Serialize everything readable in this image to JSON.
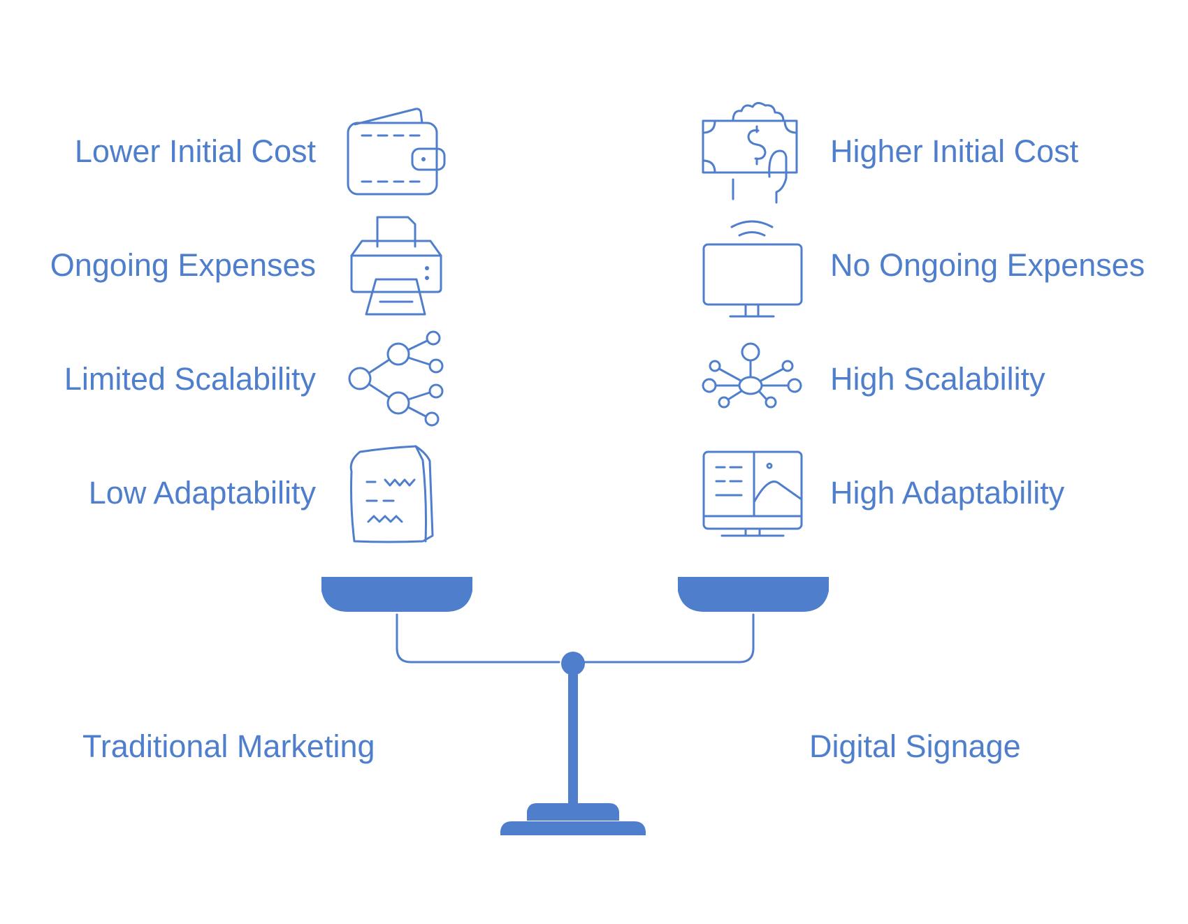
{
  "colors": {
    "accent": "#4f7fcc",
    "background": "#ffffff"
  },
  "left": {
    "category": "Traditional Marketing",
    "items": [
      {
        "label": "Lower Initial Cost",
        "icon": "wallet-icon"
      },
      {
        "label": "Ongoing Expenses",
        "icon": "printer-icon"
      },
      {
        "label": "Limited Scalability",
        "icon": "branching-nodes-icon"
      },
      {
        "label": "Low Adaptability",
        "icon": "crumpled-paper-icon"
      }
    ]
  },
  "right": {
    "category": "Digital Signage",
    "items": [
      {
        "label": "Higher Initial Cost",
        "icon": "hand-holding-money-icon"
      },
      {
        "label": "No Ongoing Expenses",
        "icon": "wireless-monitor-icon"
      },
      {
        "label": "High Scalability",
        "icon": "network-hub-icon"
      },
      {
        "label": "High Adaptability",
        "icon": "monitor-content-icon"
      }
    ]
  },
  "scale_icon": "balance-scale-icon"
}
